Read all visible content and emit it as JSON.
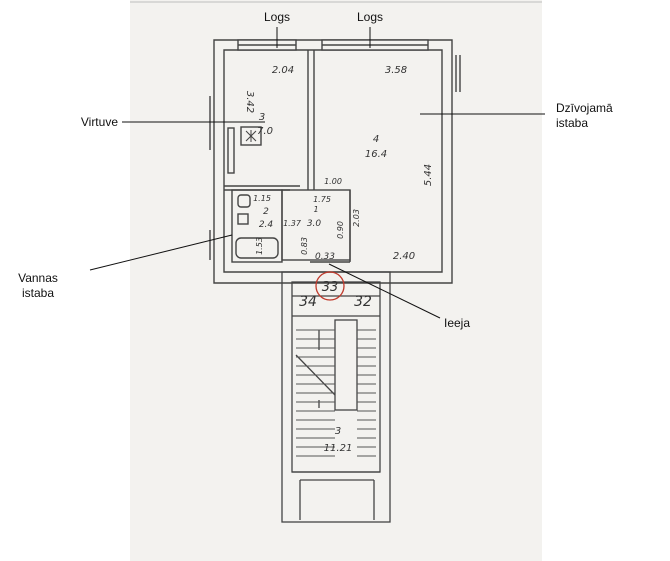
{
  "callouts": {
    "window_left": "Logs",
    "window_right": "Logs",
    "kitchen": "Virtuve",
    "living_room_line1": "Dzīvojamā",
    "living_room_line2": "istaba",
    "bathroom_line1": "Vannas",
    "bathroom_line2": "istaba",
    "entrance": "Ieeja"
  },
  "plan": {
    "kitchen_width": "2.04",
    "kitchen_length": "3.42",
    "kitchen_number": "3",
    "kitchen_area": "7.0",
    "living_width": "3.58",
    "living_length": "5.44",
    "living_number": "4",
    "living_area": "16.4",
    "living_bottom_width": "2.40",
    "hall_width": "1.00",
    "hall_depth": "1.75",
    "hall_number": "1",
    "hall_area": "3.0",
    "hall_side": "2.03",
    "hall_small": "0.90",
    "wc_width": "1.15",
    "bath_number": "2",
    "bath_area": "2.4",
    "bath_inner": "1.37",
    "bath_side": "1.53",
    "bath_bottom": "0.83",
    "door_width": "0.33",
    "apartment_number": "33",
    "neighbor_left": "34",
    "neighbor_right": "32",
    "stair_number": "3",
    "stair_area": "11.21"
  }
}
